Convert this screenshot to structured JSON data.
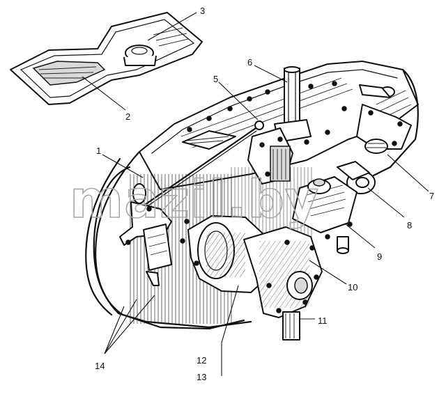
{
  "diagram": {
    "watermark": "mazil.by",
    "callouts": [
      "1",
      "2",
      "3",
      "5",
      "6",
      "7",
      "8",
      "9",
      "10",
      "11",
      "12",
      "13",
      "14"
    ]
  }
}
